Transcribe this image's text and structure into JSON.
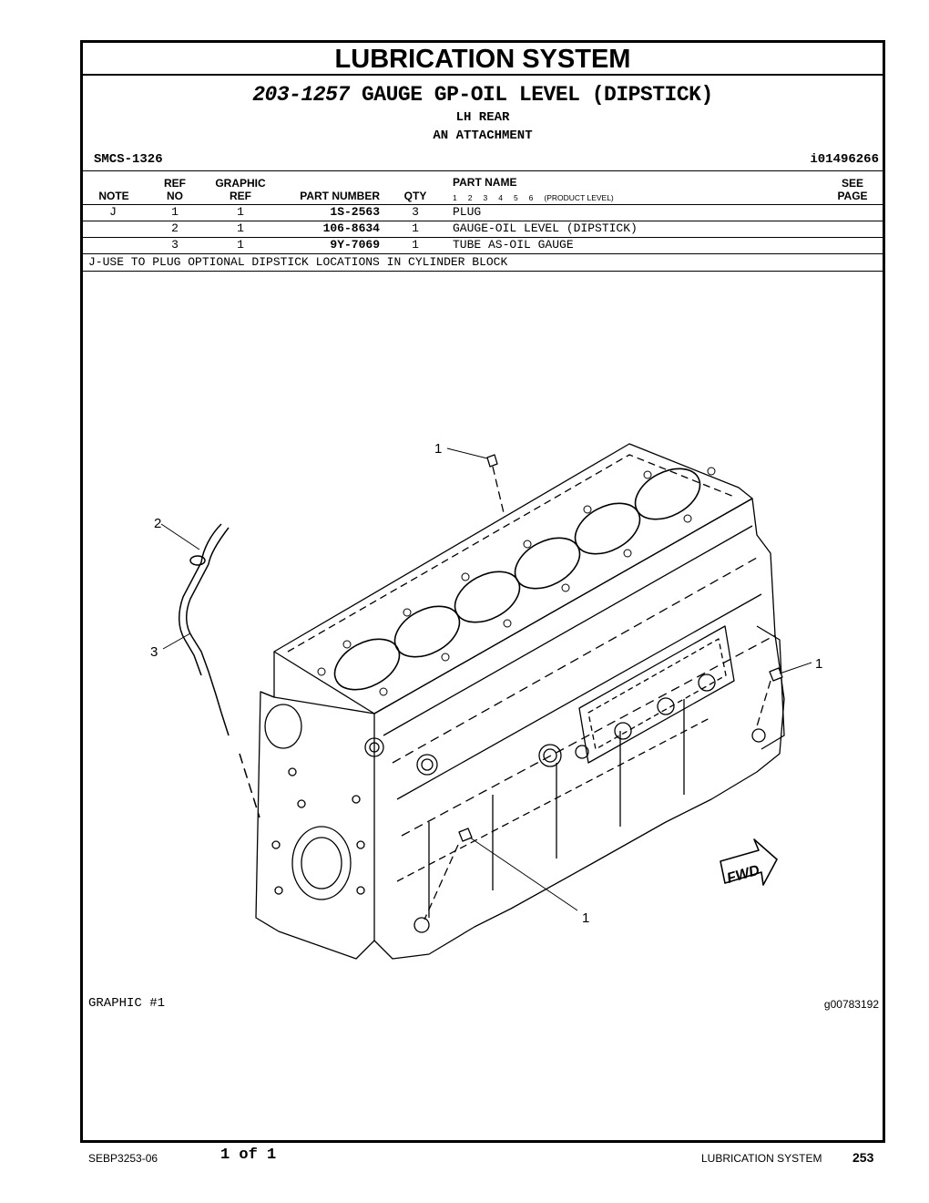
{
  "document": {
    "section_title": "LUBRICATION SYSTEM",
    "group_number": "203-1257",
    "group_name": "GAUGE GP-OIL LEVEL (DIPSTICK)",
    "subtitle1": "LH REAR",
    "subtitle2": "AN ATTACHMENT",
    "smcs": "SMCS-1326",
    "info_id": "i01496266"
  },
  "table": {
    "headers": {
      "note": "NOTE",
      "ref_top": "REF",
      "ref_bottom": "NO",
      "graphic_top": "GRAPHIC",
      "graphic_bottom": "REF",
      "part_number": "PART NUMBER",
      "qty": "QTY",
      "part_name": "PART NAME",
      "see_top": "SEE",
      "see_bottom": "PAGE"
    },
    "product_levels": [
      "1",
      "2",
      "3",
      "4",
      "5",
      "6"
    ],
    "product_level_label": "(PRODUCT LEVEL)",
    "rows": [
      {
        "note": "J",
        "ref": "1",
        "graphic_ref": "1",
        "part_number": "1S-2563",
        "qty": "3",
        "part_name": "PLUG"
      },
      {
        "note": "",
        "ref": "2",
        "graphic_ref": "1",
        "part_number": "106-8634",
        "qty": "1",
        "part_name": "GAUGE-OIL LEVEL (DIPSTICK)"
      },
      {
        "note": "",
        "ref": "3",
        "graphic_ref": "1",
        "part_number": "9Y-7069",
        "qty": "1",
        "part_name": "TUBE AS-OIL GAUGE"
      }
    ],
    "footnote": "J-USE TO PLUG OPTIONAL DIPSTICK LOCATIONS IN CYLINDER BLOCK"
  },
  "graphic": {
    "label": "GRAPHIC #1",
    "id": "g00783192",
    "callouts": [
      "1",
      "2",
      "3",
      "1",
      "1"
    ],
    "fwd_label": "FWD"
  },
  "footer": {
    "doc_number": "SEBP3253-06",
    "page_of": "1 of 1",
    "section": "LUBRICATION SYSTEM",
    "page_number": "253"
  }
}
